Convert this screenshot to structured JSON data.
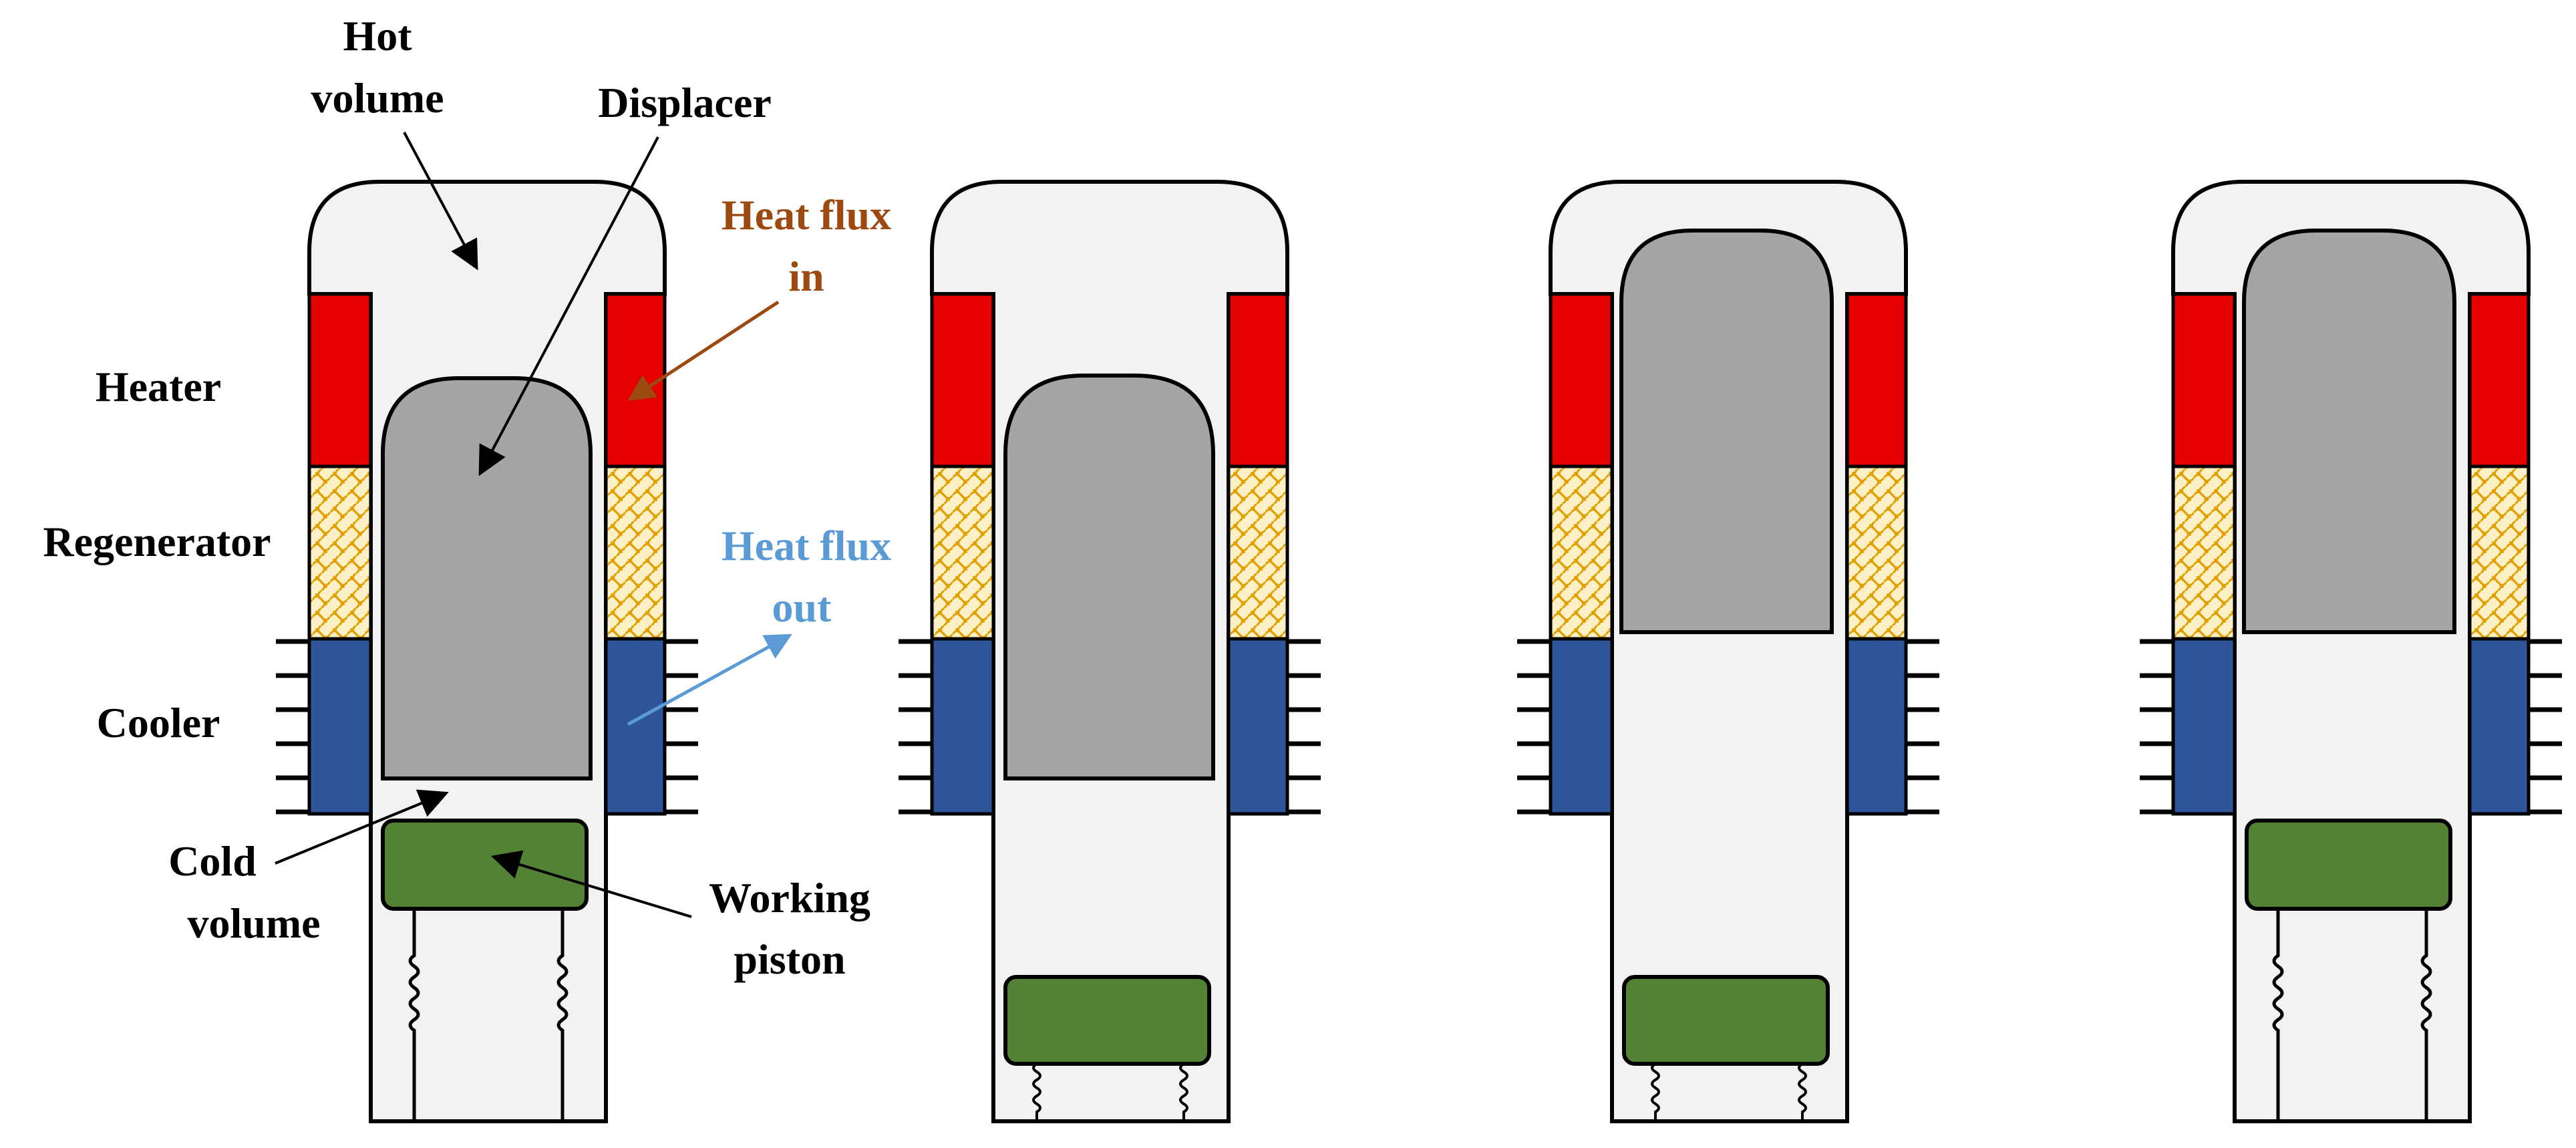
{
  "labels": {
    "hot_volume_line1": "Hot",
    "hot_volume_line2": "volume",
    "displacer": "Displacer",
    "heat_in_line1": "Heat flux",
    "heat_in_line2": "in",
    "heater": "Heater",
    "regenerator": "Regenerator",
    "heat_out_line1": "Heat flux",
    "heat_out_line2": "out",
    "cooler": "Cooler",
    "cold_volume_line1": "Cold",
    "cold_volume_line2": "volume",
    "working_piston_line1": "Working",
    "working_piston_line2": "piston"
  },
  "colors": {
    "cylinder_fill": "#f2f2f2",
    "outline": "#000000",
    "heater": "#e50000",
    "regenerator": "#fdf0c6",
    "regenerator_mesh": "#e0a100",
    "cooler": "#2e5597",
    "displacer": "#a5a5a5",
    "piston": "#548235",
    "heat_in_text": "#9c4a12",
    "heat_in_arrow": "#9c4a12",
    "heat_out_text": "#5b9bd5",
    "heat_out_arrow": "#5b9bd5",
    "label_text": "#000000"
  },
  "stages": [
    {
      "displacer_position": "middle",
      "piston_position": "top"
    },
    {
      "displacer_position": "middle",
      "piston_position": "bottom"
    },
    {
      "displacer_position": "top",
      "piston_position": "bottom"
    },
    {
      "displacer_position": "top",
      "piston_position": "top"
    }
  ]
}
